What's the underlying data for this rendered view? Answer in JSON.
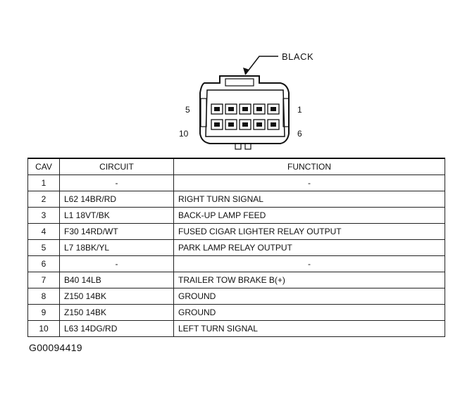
{
  "connector": {
    "color_label": "BLACK",
    "pin_labels": {
      "top_left": "5",
      "top_right": "1",
      "bottom_left": "10",
      "bottom_right": "6"
    }
  },
  "table": {
    "headers": [
      "CAV",
      "CIRCUIT",
      "FUNCTION"
    ],
    "rows": [
      {
        "cav": "1",
        "circuit": "-",
        "function": "-"
      },
      {
        "cav": "2",
        "circuit": "L62 14BR/RD",
        "function": "RIGHT TURN SIGNAL"
      },
      {
        "cav": "3",
        "circuit": "L1 18VT/BK",
        "function": "BACK-UP LAMP FEED"
      },
      {
        "cav": "4",
        "circuit": "F30 14RD/WT",
        "function": "FUSED CIGAR LIGHTER RELAY OUTPUT"
      },
      {
        "cav": "5",
        "circuit": "L7 18BK/YL",
        "function": "PARK LAMP RELAY OUTPUT"
      },
      {
        "cav": "6",
        "circuit": "-",
        "function": "-"
      },
      {
        "cav": "7",
        "circuit": "B40 14LB",
        "function": "TRAILER TOW BRAKE B(+)"
      },
      {
        "cav": "8",
        "circuit": "Z150 14BK",
        "function": "GROUND"
      },
      {
        "cav": "9",
        "circuit": "Z150 14BK",
        "function": "GROUND"
      },
      {
        "cav": "10",
        "circuit": "L63 14DG/RD",
        "function": "LEFT TURN SIGNAL"
      }
    ]
  },
  "figure_id": "G00094419"
}
